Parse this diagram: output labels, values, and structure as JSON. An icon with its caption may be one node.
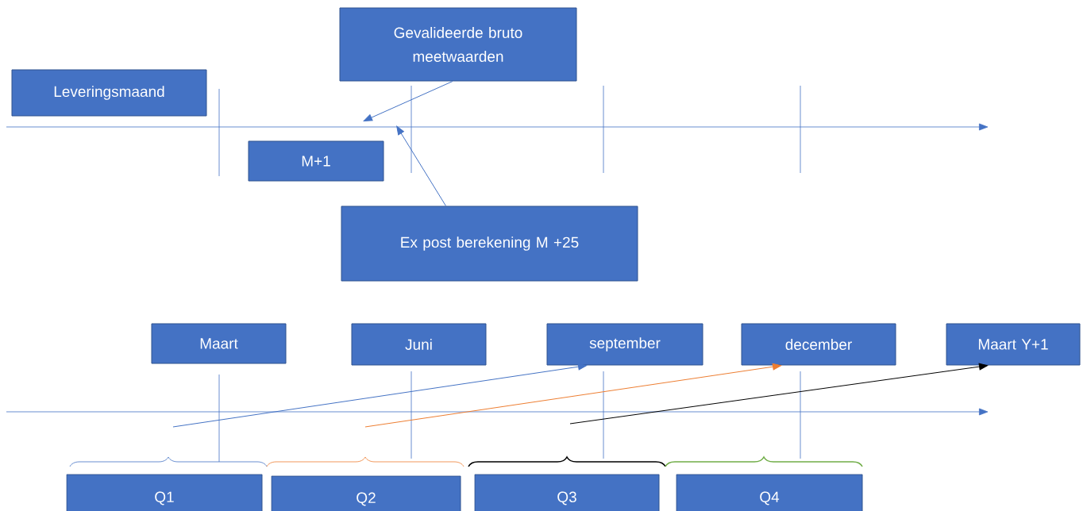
{
  "diagram": {
    "nodes": [
      {
        "text": [
          "Leveringsmaand"
        ]
      },
      {
        "text": [
          "Gevalideerde bruto meetwaarden"
        ]
      },
      {
        "text": [
          "M+1"
        ]
      },
      {
        "text": [
          "Ex post berekening M +25"
        ]
      },
      {
        "text": [
          "Maart"
        ]
      },
      {
        "text": [
          "Juni"
        ]
      },
      {
        "text": [
          "september"
        ]
      },
      {
        "text": [
          "december"
        ]
      },
      {
        "text": [
          "Maart Y+1"
        ]
      },
      {
        "text": [
          "Q1"
        ]
      },
      {
        "text": [
          "Q2"
        ]
      },
      {
        "text": [
          "Q3"
        ]
      },
      {
        "text": [
          "Q4"
        ]
      }
    ],
    "edges": [
      {
        "from": 1,
        "to": null,
        "arrow": "to"
      },
      {
        "from": 3,
        "to": null,
        "arrow": "to"
      },
      {
        "from": null,
        "to": 6,
        "arrow": "to"
      },
      {
        "from": null,
        "to": 7,
        "arrow": "to",
        "color": "#ed7d31"
      },
      {
        "from": null,
        "to": 8,
        "arrow": "to",
        "color": "#000000"
      }
    ]
  }
}
